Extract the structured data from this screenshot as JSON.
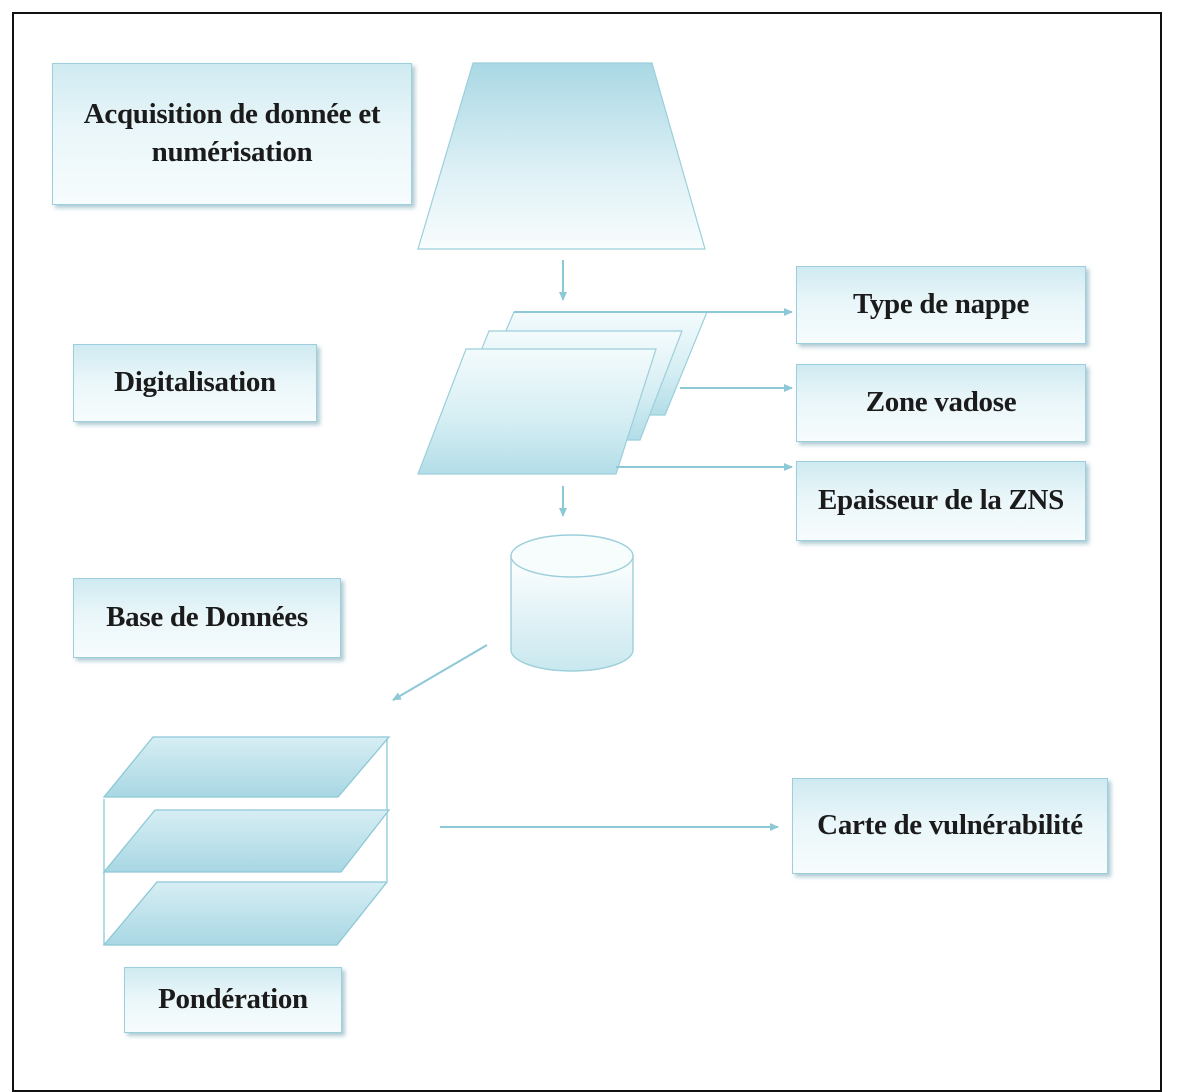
{
  "steps": {
    "acquisition": "Acquisition de donnée et numérisation",
    "digitalisation": "Digitalisation",
    "base_donnees": "Base de Données",
    "ponderation": "Pondération"
  },
  "layers": {
    "type_nappe": "Type de nappe",
    "zone_vadose": "Zone vadose",
    "epaisseur_zns": "Epaisseur de la ZNS"
  },
  "output": {
    "carte": "Carte de vulnérabilité"
  },
  "colors": {
    "box_fill": "#e6f4f8",
    "box_border": "#9ccfdb",
    "shape_fill": "#bde3ec",
    "line": "#8cc8d6",
    "frame": "#111111"
  }
}
